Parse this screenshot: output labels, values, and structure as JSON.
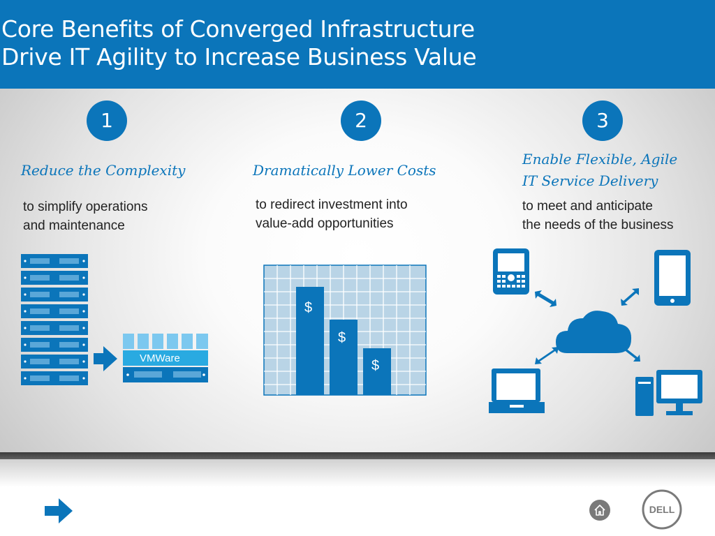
{
  "header": {
    "title_line1": "Core Benefits of Converged Infrastructure",
    "title_line2": "Drive IT Agility to Increase Business Value"
  },
  "columns": [
    {
      "number": "1",
      "heading": "Reduce the Complexity",
      "desc_line1": "to simplify operations",
      "desc_line2": "and maintenance"
    },
    {
      "number": "2",
      "heading": "Dramatically Lower Costs",
      "desc_line1": "to redirect investment into",
      "desc_line2": "value-add opportunities"
    },
    {
      "number": "3",
      "heading_line1": "Enable Flexible, Agile",
      "heading_line2": "IT Service Delivery",
      "desc_line1": "to meet and anticipate",
      "desc_line2": "the needs of the business"
    }
  ],
  "graphics": {
    "vmware_label": "VMWare",
    "cost_bars": [
      "$",
      "$",
      "$"
    ]
  },
  "footer": {
    "next_icon": "arrow-right-icon",
    "home_icon": "home-icon",
    "logo_text": "DELL"
  },
  "colors": {
    "brand_blue": "#0b75ba",
    "light_blue": "#29aae1"
  }
}
